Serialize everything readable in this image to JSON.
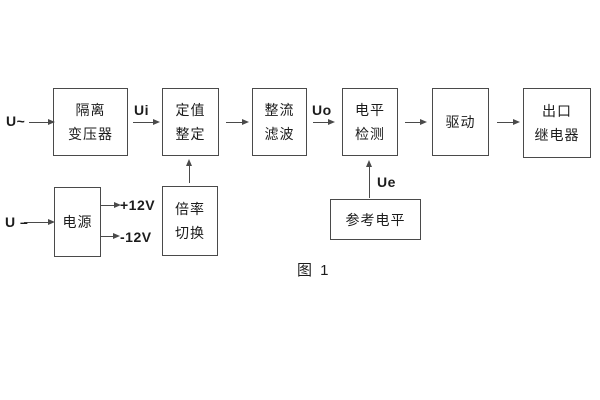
{
  "diagram": {
    "caption": "图 1",
    "blocks": {
      "isolation_transformer": [
        "隔离",
        "变压器"
      ],
      "value_setting": [
        "定值",
        "整定"
      ],
      "rectifier_filter": [
        "整流",
        "滤波"
      ],
      "level_detection": [
        "电平",
        "检测"
      ],
      "driver": [
        "驱动"
      ],
      "output_relay": [
        "出口",
        "继电器"
      ],
      "power_supply": [
        "电源"
      ],
      "ratio_switch": [
        "倍率",
        "切换"
      ],
      "reference_level": [
        "参考电平"
      ]
    },
    "signals": {
      "ac_input": "U~",
      "dc_input": "U –",
      "ui": "Ui",
      "uo": "Uo",
      "ue": "Ue",
      "plus_12v": "+12V",
      "minus_12v": "-12V"
    },
    "colors": {
      "line": "#4a4a4a",
      "text": "#1c1c1c",
      "background": "#ffffff"
    }
  }
}
